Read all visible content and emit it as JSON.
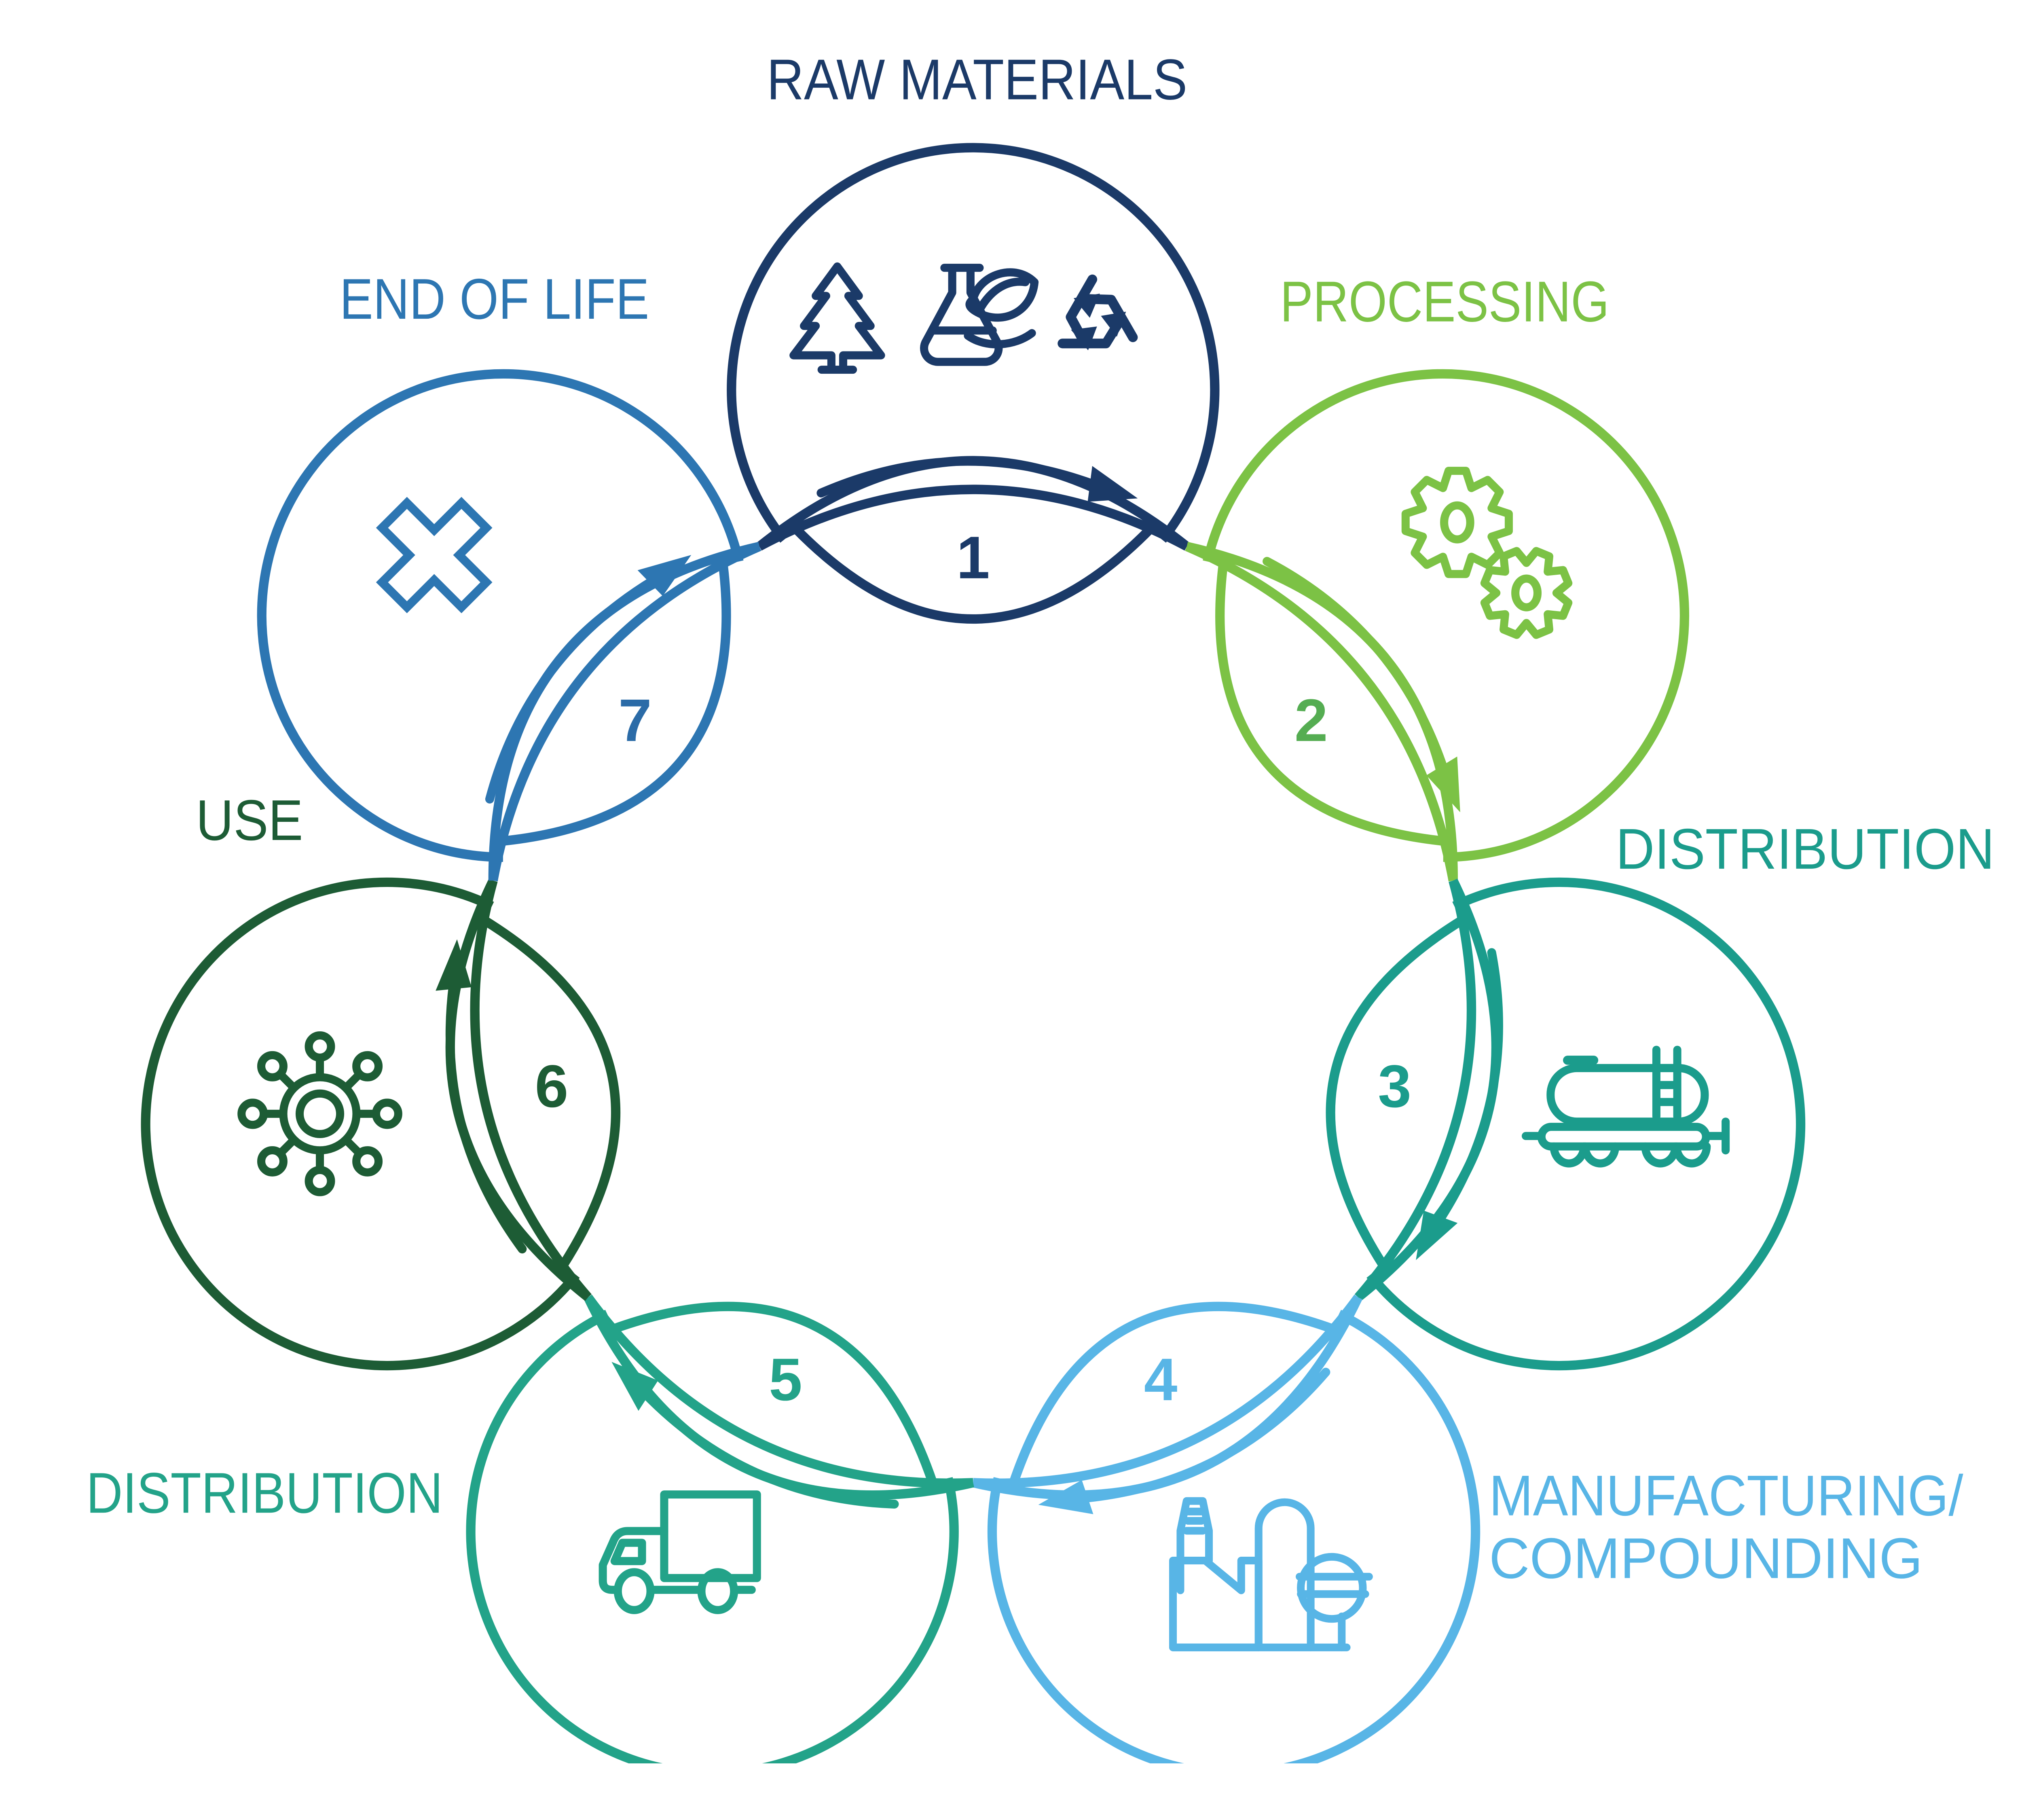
{
  "diagram": {
    "type": "circular-lifecycle",
    "flow": "clockwise",
    "background": "#ffffff",
    "stages": [
      {
        "number": "1",
        "label_lines": [
          "RAW MATERIALS"
        ],
        "color": "#1b3a68",
        "number_color": "#1b3a68",
        "icons": [
          "pine-tree-icon",
          "flask-leaves-icon",
          "recycle-icon"
        ]
      },
      {
        "number": "2",
        "label_lines": [
          "PROCESSING"
        ],
        "color": "#7cc245",
        "number_color": "#55ad52",
        "icons": [
          "gears-icon"
        ]
      },
      {
        "number": "3",
        "label_lines": [
          "DISTRIBUTION"
        ],
        "color": "#1b9c8c",
        "number_color": "#1b9c8c",
        "icons": [
          "tank-car-icon"
        ]
      },
      {
        "number": "4",
        "label_lines": [
          "MANUFACTURING/",
          "COMPOUNDING"
        ],
        "color": "#58b5e6",
        "number_color": "#58b5e6",
        "icons": [
          "factory-icon"
        ]
      },
      {
        "number": "5",
        "label_lines": [
          "DISTRIBUTION"
        ],
        "color": "#23a389",
        "number_color": "#23a389",
        "icons": [
          "truck-icon"
        ]
      },
      {
        "number": "6",
        "label_lines": [
          "USE"
        ],
        "color": "#1d5c35",
        "number_color": "#1d5c35",
        "icons": [
          "molecule-icon"
        ]
      },
      {
        "number": "7",
        "label_lines": [
          "END OF LIFE"
        ],
        "color": "#2d76b2",
        "number_color": "#2b6ba7",
        "icons": [
          "x-mark-icon"
        ]
      }
    ]
  }
}
